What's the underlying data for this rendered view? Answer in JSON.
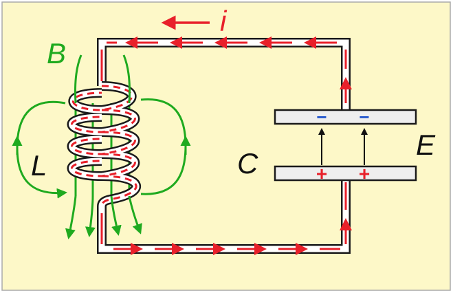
{
  "labels": {
    "current": "i",
    "magnetic_field": "B",
    "inductor": "L",
    "capacitor": "C",
    "electric_field": "E",
    "plate_top_charge": "−",
    "plate_bottom_charge": "+"
  },
  "colors": {
    "background": "#fdf8c8",
    "frame": "#aaaaaa",
    "wire": "#1a1a1a",
    "wire_fill": "#ffffff",
    "current": "#e8202a",
    "field_lines": "#1faa1f",
    "negative_charge": "#2255cc",
    "positive_charge": "#e8202a",
    "text": "#111111"
  }
}
